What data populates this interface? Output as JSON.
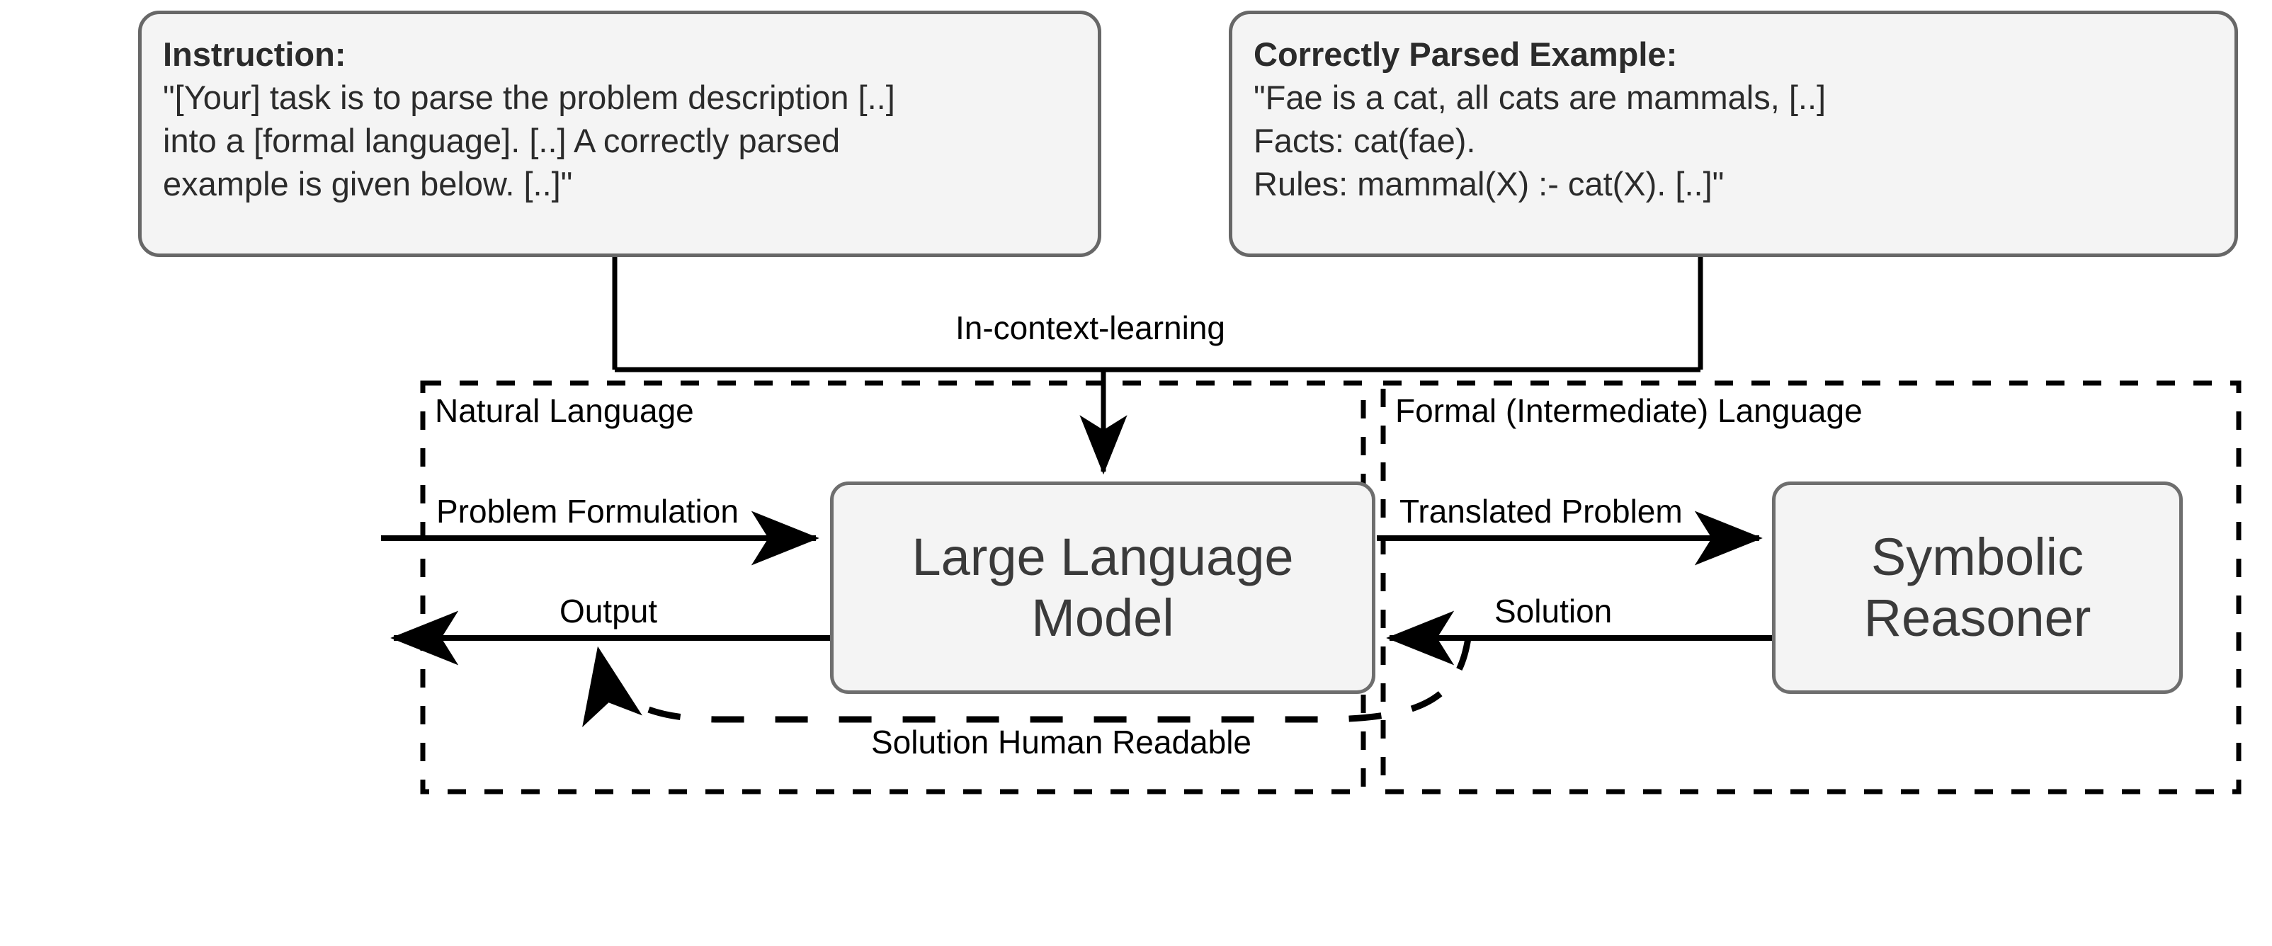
{
  "diagram": {
    "title": "LLM with Symbolic Reasoner pipeline",
    "colors": {
      "box_fill": "#f4f4f4",
      "box_border": "#676767",
      "box_text": "#3a3a3a",
      "line": "#000000",
      "background": "#ffffff"
    }
  },
  "prompts": {
    "instruction": {
      "title": "Instruction:",
      "lines": [
        "\"[Your] task is to parse the problem description [..]",
        "into a [formal language]. [..] A correctly parsed",
        "example is given below. [..]\""
      ]
    },
    "example": {
      "title": "Correctly Parsed Example:",
      "lines": [
        "\"Fae is a cat, all cats are mammals, [..]",
        "Facts: cat(fae).",
        "Rules: mammal(X) :- cat(X). [..]\""
      ]
    }
  },
  "nodes": {
    "llm": "Large Language\nModel",
    "llm_line1": "Large Language",
    "llm_line2": "Model",
    "reasoner_line1": "Symbolic",
    "reasoner_line2": "Reasoner"
  },
  "regions": {
    "natural_language": "Natural Language",
    "formal_language": "Formal (Intermediate) Language"
  },
  "edges": {
    "in_context_learning": "In-context-learning",
    "problem_formulation": "Problem Formulation",
    "output": "Output",
    "translated_problem": "Translated Problem",
    "solution": "Solution",
    "solution_human_readable": "Solution Human Readable"
  }
}
